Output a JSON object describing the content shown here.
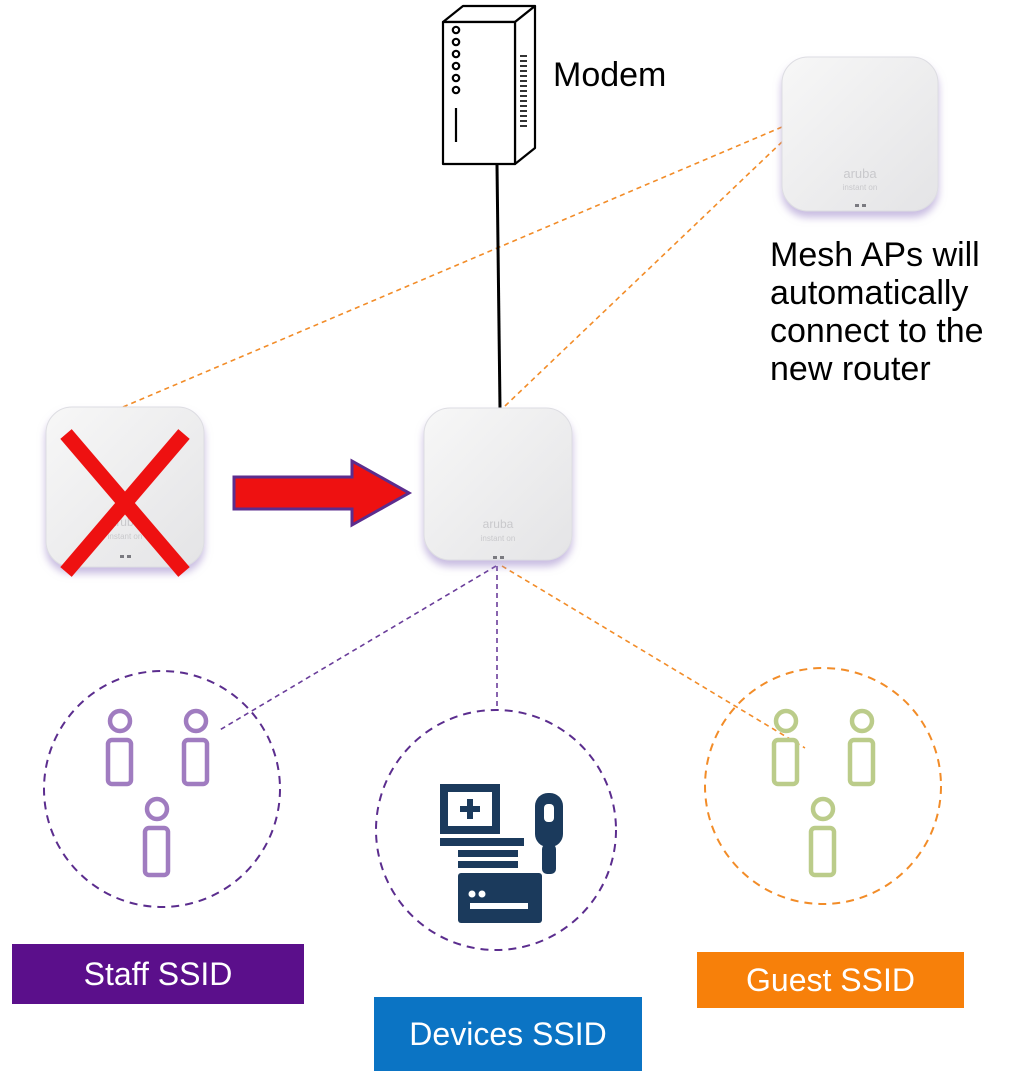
{
  "modem": {
    "label": "Modem"
  },
  "mesh_note": {
    "lines": [
      "Mesh APs will",
      "automatically",
      "connect to the",
      "new router"
    ]
  },
  "access_point": {
    "brand": "aruba",
    "model_line": "instant on"
  },
  "ssids": {
    "staff": {
      "label": "Staff SSID",
      "color": "#5B0F8B"
    },
    "devices": {
      "label": "Devices SSID",
      "color": "#0B74C4"
    },
    "guest": {
      "label": "Guest SSID",
      "color": "#F7800A"
    }
  },
  "colors": {
    "staff_link": "#6A3D9A",
    "guest_link": "#F28C28",
    "uplink": "#000000",
    "replace_arrow_fill": "#EE1111",
    "replace_arrow_outline": "#5B2D8E",
    "removed_mark": "#EE1111",
    "staff_users": "#A07CC0",
    "guest_users": "#BBCC8A",
    "devices_icon": "#1B3A5C"
  },
  "icons": {
    "modem": "modem-icon",
    "removed": "x-mark-icon",
    "replace": "right-arrow-icon",
    "staff": "users-icon",
    "devices": "medical-devices-icon",
    "guest": "users-icon"
  }
}
